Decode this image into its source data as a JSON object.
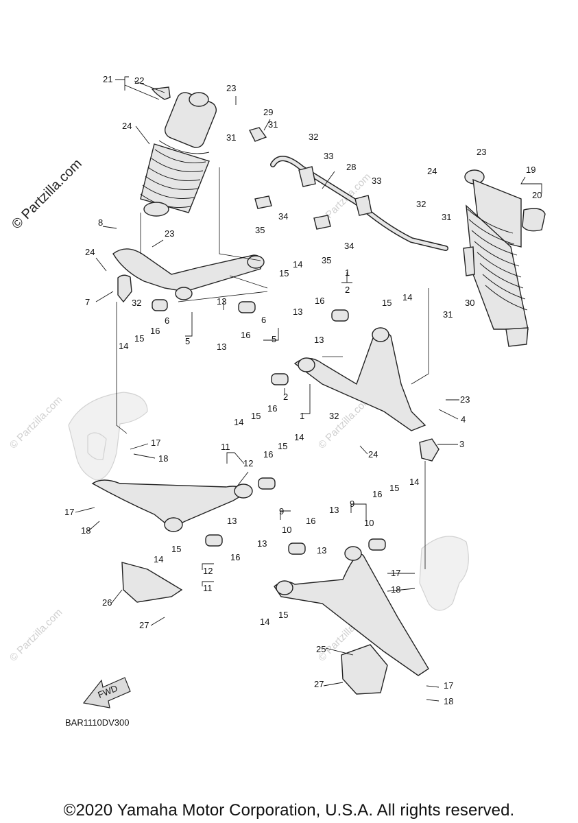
{
  "diagram": {
    "watermark": "© Partzilla.com",
    "watermark_faint": "© Partzilla.com",
    "direction_label": "FWD",
    "diagram_code": "BAR1110DV300",
    "copyright": "©2020 Yamaha Motor Corporation, U.S.A. All rights reserved.",
    "callouts": [
      "1",
      "2",
      "3",
      "4",
      "5",
      "6",
      "7",
      "8",
      "9",
      "10",
      "11",
      "12",
      "13",
      "14",
      "15",
      "16",
      "17",
      "18",
      "19",
      "20",
      "21",
      "22",
      "23",
      "24",
      "25",
      "26",
      "27",
      "28",
      "29",
      "30",
      "31",
      "32",
      "33",
      "34",
      "35"
    ]
  }
}
